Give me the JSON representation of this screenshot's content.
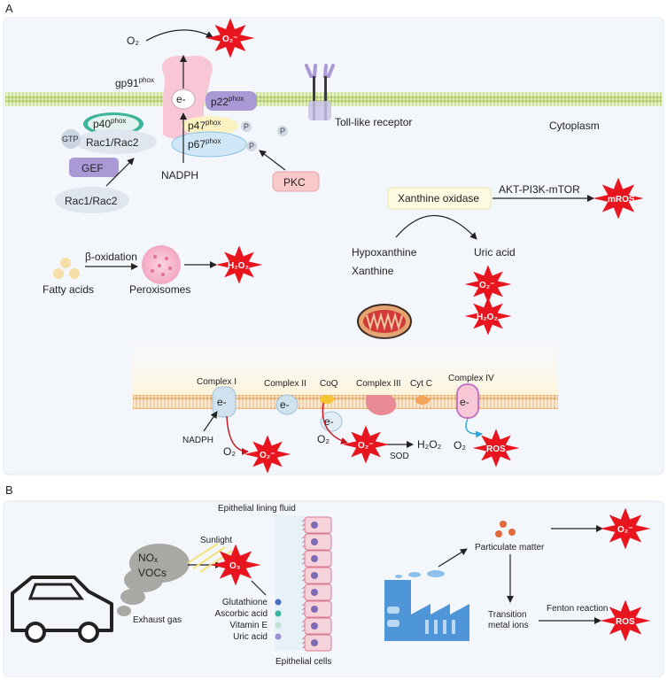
{
  "panel_a": {
    "label": "A",
    "o2_top": "O₂",
    "o2_radical_top": "O₂⁻",
    "gp91": "gp91",
    "phox": "phox",
    "electron": "e-",
    "p22": "p22",
    "p47": "p47",
    "p40": "p40",
    "p67": "p67",
    "p_label": "P",
    "gtp": "GTP",
    "rac_complex": "Rac1/Rac2",
    "gef": "GEF",
    "rac_free": "Rac1/Rac2",
    "nadph": "NADPH",
    "pkc": "PKC",
    "tlr": "Toll-like receptor",
    "cytoplasm": "Cytoplasm",
    "xanthine_oxidase": "Xanthine oxidase",
    "akt": "AKT-PI3K-mTOR",
    "mros": "mROS",
    "hypoxanthine": "Hypoxanthine",
    "xanthine": "Xanthine",
    "uric_acid": "Uric acid",
    "o2_radical_xo": "O₂⁻",
    "h2o2_xo": "H₂O₂",
    "fatty_acids": "Fatty acids",
    "beta_oxidation": "β-oxidation",
    "peroxisomes": "Peroxisomes",
    "h2o2_perox": "H₂O₂",
    "complex1": "Complex I",
    "complex2": "Complex II",
    "coq": "CoQ",
    "complex3": "Complex III",
    "cytc": "Cyt C",
    "complex4": "Complex IV",
    "nadph_mito": "NADPH",
    "o2_c1": "O₂",
    "o2_radical_c1": "O₂⁻",
    "o2_coq": "O₂",
    "o2_radical_coq": "O₂⁻",
    "h2o2_mito": "H₂O₂",
    "sod": "SOD",
    "o2_c4": "O₂",
    "ros_c4": "ROS"
  },
  "panel_b": {
    "label": "B",
    "lining_fluid": "Epithelial lining fluid",
    "sunlight": "Sunlight",
    "nox": "NOₓ",
    "vocs": "VOCs",
    "o3": "O₃",
    "exhaust": "Exhaust gas",
    "antioxidants": [
      {
        "name": "Glutathione",
        "color": "#4a72c4"
      },
      {
        "name": "Ascorbic acid",
        "color": "#3fb3a3"
      },
      {
        "name": "Vitamin E",
        "color": "#bfe3d0"
      },
      {
        "name": "Uric acid",
        "color": "#9a8fd0"
      }
    ],
    "epithelial_cells": "Epithelial cells",
    "particulate": "Particulate matter",
    "o2_radical_pm": "O₂⁻",
    "transition_metal_1": "Transition",
    "transition_metal_2": "metal ions",
    "fenton": "Fenton reaction",
    "ros_fenton": "ROS"
  },
  "colors": {
    "ros_burst": "#e8141e",
    "membrane": "#dcebb0",
    "nox_pink": "#f8c7d6",
    "panel_bg": "#f3f6fb",
    "mito_membrane": "#f6d8b0"
  }
}
